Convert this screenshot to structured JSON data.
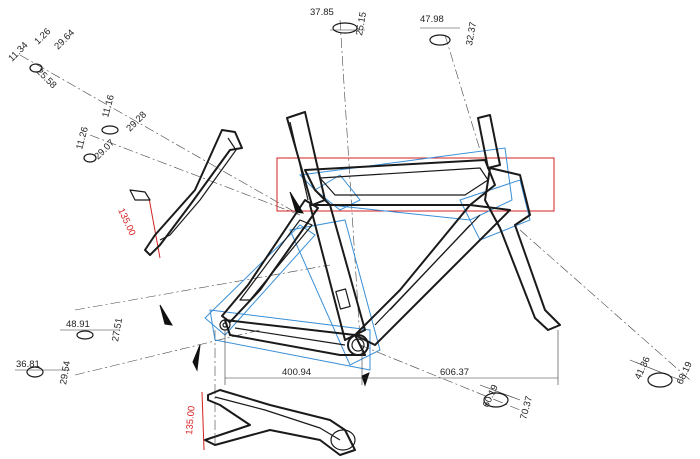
{
  "drawing": {
    "dimensions": {
      "top_left_a": "11.34",
      "top_left_b": "1.26",
      "top_left_c": "29.64",
      "top_left_d": "25.58",
      "mid_left_a": "11.16",
      "mid_left_b": "29.28",
      "mid_left_c": "11.26",
      "mid_left_d": "29.07",
      "seatstay_len": "135.00",
      "left_a": "48.91",
      "left_b": "27.51",
      "bottom_left_a": "36.81",
      "bottom_left_b": "29.54",
      "chainstay_len": "135.00",
      "top_a": "37.85",
      "top_b": "25.15",
      "top_right_a": "47.98",
      "top_right_b": "32.37",
      "wheelbase_rear": "400.94",
      "wheelbase_front": "606.37",
      "right_a": "41.36",
      "right_b": "68.19",
      "bottom_right_a": "60.19",
      "bottom_right_b": "70.37"
    }
  }
}
